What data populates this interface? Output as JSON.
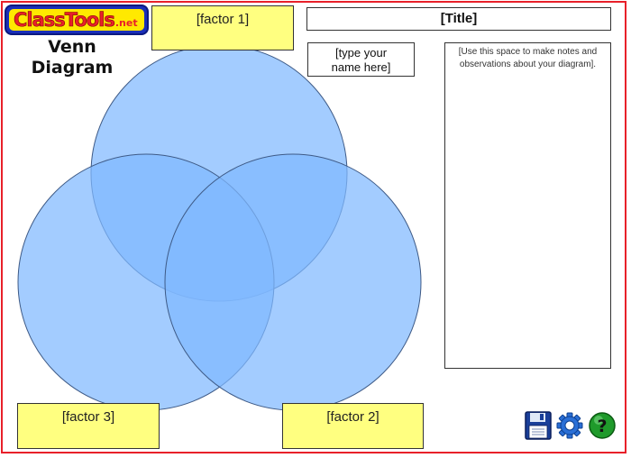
{
  "app": {
    "logo_text": "ClassTools",
    "logo_suffix": ".net",
    "title_line1": "Venn",
    "title_line2": "Diagram"
  },
  "diagram": {
    "title": "[Title]",
    "name_line1": "[type your",
    "name_line2": "name here]",
    "notes_placeholder": "[Use this space to make notes and observations about your diagram].",
    "factor1": "[factor 1]",
    "factor2": "[factor 2]",
    "factor3": "[factor 3]",
    "circle_color": "#7fb8ff"
  },
  "toolbar": {
    "save_icon": "floppy-disk-icon",
    "settings_icon": "gear-icon",
    "help_icon": "help-question-icon"
  },
  "colors": {
    "frame": "#e8202a",
    "factor_fill": "#ffff80",
    "logo_blue": "#1a2fb8",
    "logo_yellow": "#ffe900"
  }
}
